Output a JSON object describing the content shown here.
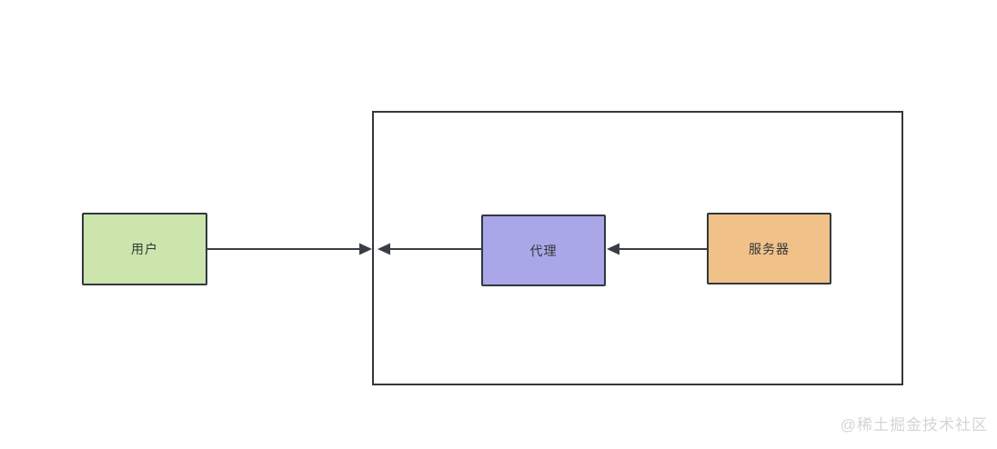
{
  "diagram": {
    "nodes": [
      {
        "id": "user",
        "label": "用户",
        "fill": "#cbe5ac"
      },
      {
        "id": "proxy",
        "label": "代理",
        "fill": "#a9a7e8"
      },
      {
        "id": "server",
        "label": "服务器",
        "fill": "#f0c189"
      }
    ],
    "edges": [
      {
        "id": "user-to-boundary",
        "from": "user",
        "to": "boundary-left-edge",
        "direction": "right"
      },
      {
        "id": "proxy-to-boundary",
        "from": "proxy",
        "to": "boundary-left-edge",
        "direction": "left"
      },
      {
        "id": "server-to-proxy",
        "from": "server",
        "to": "proxy",
        "direction": "left"
      }
    ],
    "colors": {
      "stroke": "#32383e",
      "line": "#3a3f45",
      "label": "#333639",
      "user_fill": "#cbe5ac",
      "proxy_fill": "#a9a7e8",
      "server_fill": "#f0c189"
    }
  },
  "watermark": {
    "text": "@稀土掘金技术社区",
    "color": "#d5d5d5"
  }
}
